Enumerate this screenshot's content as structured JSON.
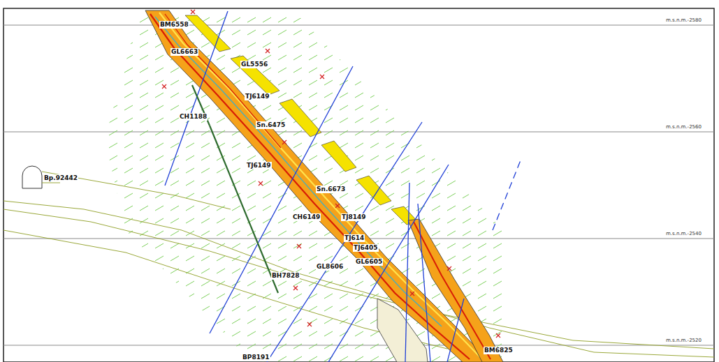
{
  "diagram": {
    "labels": [
      "BM6558",
      "GL6663",
      "GL5556",
      "TJ6149",
      "CH1188",
      "Sn.6475",
      "TJ6149",
      "Sn.6673",
      "CH6149",
      "TJ8149",
      "TJ614",
      "TJ6405",
      "GL6605",
      "GL8606",
      "BH7828",
      "Bp.92442",
      "BM6825",
      "BP8191",
      "m.s.n.m.-2580",
      "m.s.n.m.-2560",
      "m.s.n.m.-2540",
      "m.s.n.m.-2520"
    ]
  }
}
